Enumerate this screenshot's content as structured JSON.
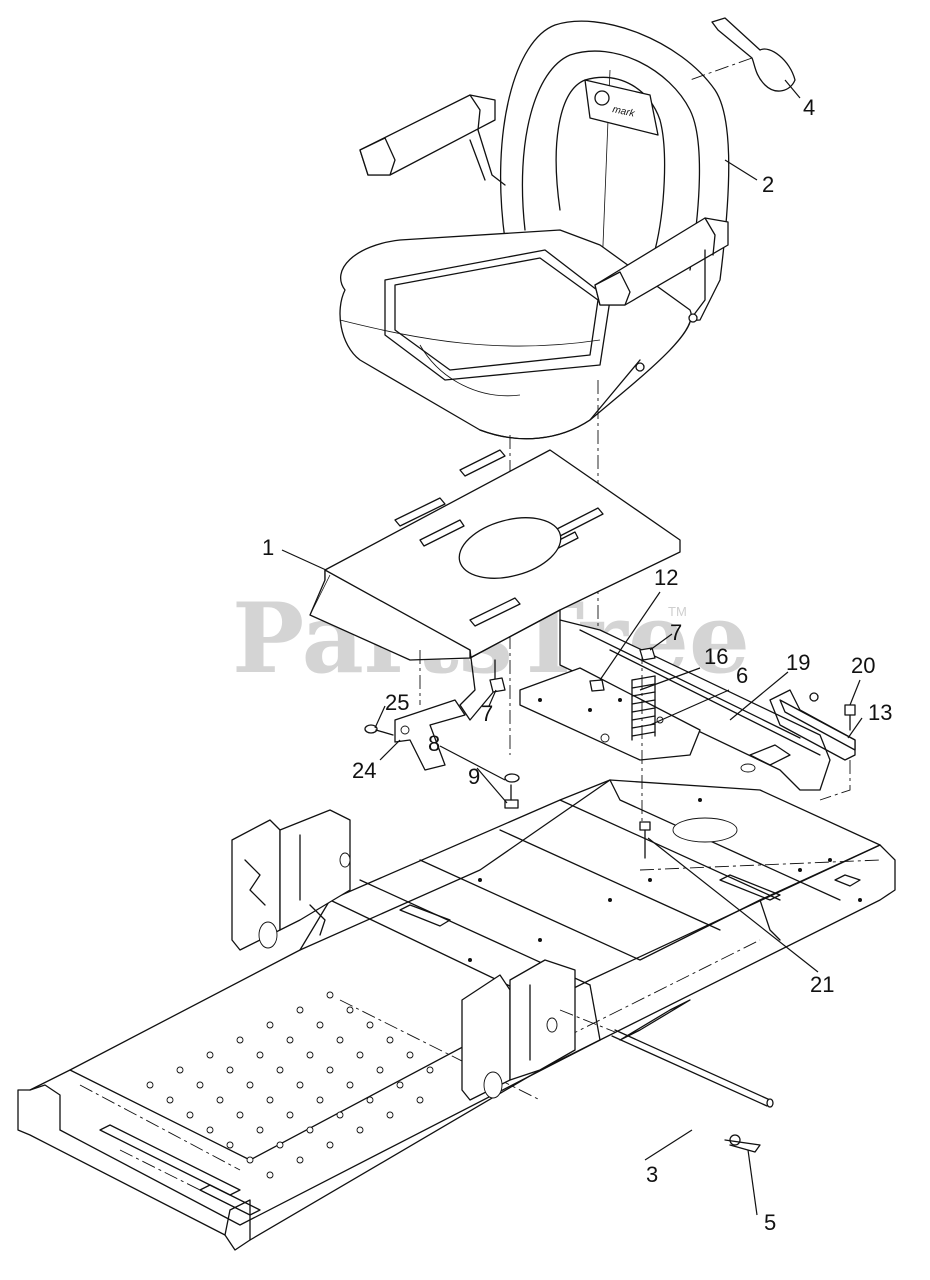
{
  "watermark": {
    "text": "PartsTree",
    "mark": "TM"
  },
  "seat_brand": "mark",
  "callouts": [
    {
      "id": "1",
      "text": "1"
    },
    {
      "id": "2",
      "text": "2"
    },
    {
      "id": "3",
      "text": "3"
    },
    {
      "id": "4",
      "text": "4"
    },
    {
      "id": "5",
      "text": "5"
    },
    {
      "id": "6",
      "text": "6"
    },
    {
      "id": "7a",
      "text": "7"
    },
    {
      "id": "7b",
      "text": "7"
    },
    {
      "id": "8",
      "text": "8"
    },
    {
      "id": "9",
      "text": "9"
    },
    {
      "id": "12",
      "text": "12"
    },
    {
      "id": "13",
      "text": "13"
    },
    {
      "id": "16",
      "text": "16"
    },
    {
      "id": "19",
      "text": "19"
    },
    {
      "id": "20",
      "text": "20"
    },
    {
      "id": "21",
      "text": "21"
    },
    {
      "id": "24",
      "text": "24"
    },
    {
      "id": "25",
      "text": "25"
    }
  ]
}
